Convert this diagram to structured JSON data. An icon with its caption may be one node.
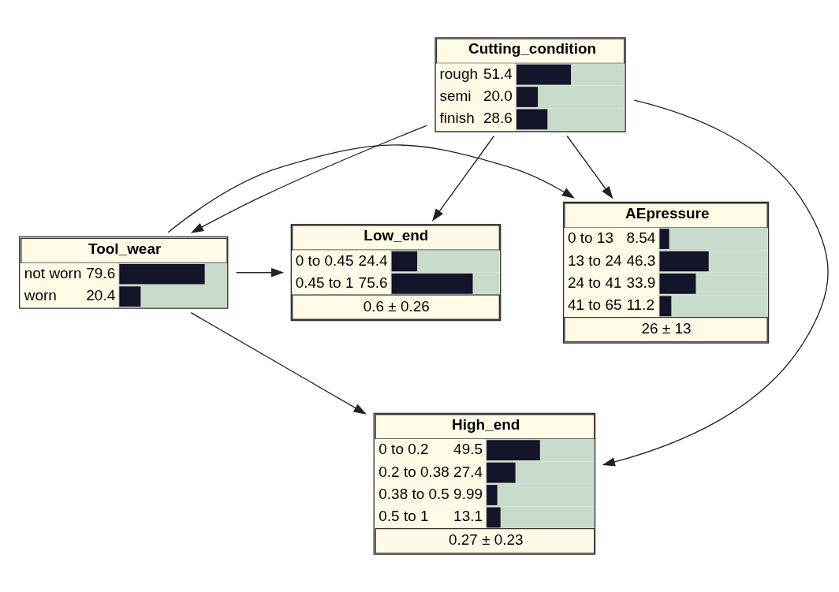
{
  "diagram": {
    "nodes": [
      {
        "text": [
          "Cutting_condition",
          "rough",
          "51.4",
          "semi",
          "20.0",
          "finish",
          "28.6"
        ]
      },
      {
        "text": [
          "AEpressure",
          "0 to 13",
          "8.54",
          "13 to 24",
          "46.3",
          "24 to 41",
          "33.9",
          "41 to 65",
          "11.2",
          "26 ± 13"
        ]
      },
      {
        "text": [
          "Tool_wear",
          "not worn",
          "79.6",
          "worn",
          "20.4"
        ]
      },
      {
        "text": [
          "Low_end",
          "0 to 0.45",
          "24.4",
          "0.45 to 1",
          "75.6",
          "0.6 ± 0.26"
        ]
      },
      {
        "text": [
          "High_end",
          "0 to 0.2",
          "49.5",
          "0.2 to 0.38",
          "27.4",
          "0.38 to 0.5",
          "9.99",
          "0.5 to 1",
          "13.1",
          "0.27 ± 0.23"
        ]
      }
    ],
    "edges": [
      {
        "from": 0,
        "to": 1,
        "arrow": "to"
      },
      {
        "from": 0,
        "to": 2,
        "arrow": "to"
      },
      {
        "from": 0,
        "to": 3,
        "arrow": "to"
      },
      {
        "from": 2,
        "to": 1,
        "arrow": "to"
      },
      {
        "from": 2,
        "to": 3,
        "arrow": "to"
      },
      {
        "from": 2,
        "to": 4,
        "arrow": "to"
      },
      {
        "from": 0,
        "to": 4,
        "arrow": "to"
      }
    ]
  }
}
